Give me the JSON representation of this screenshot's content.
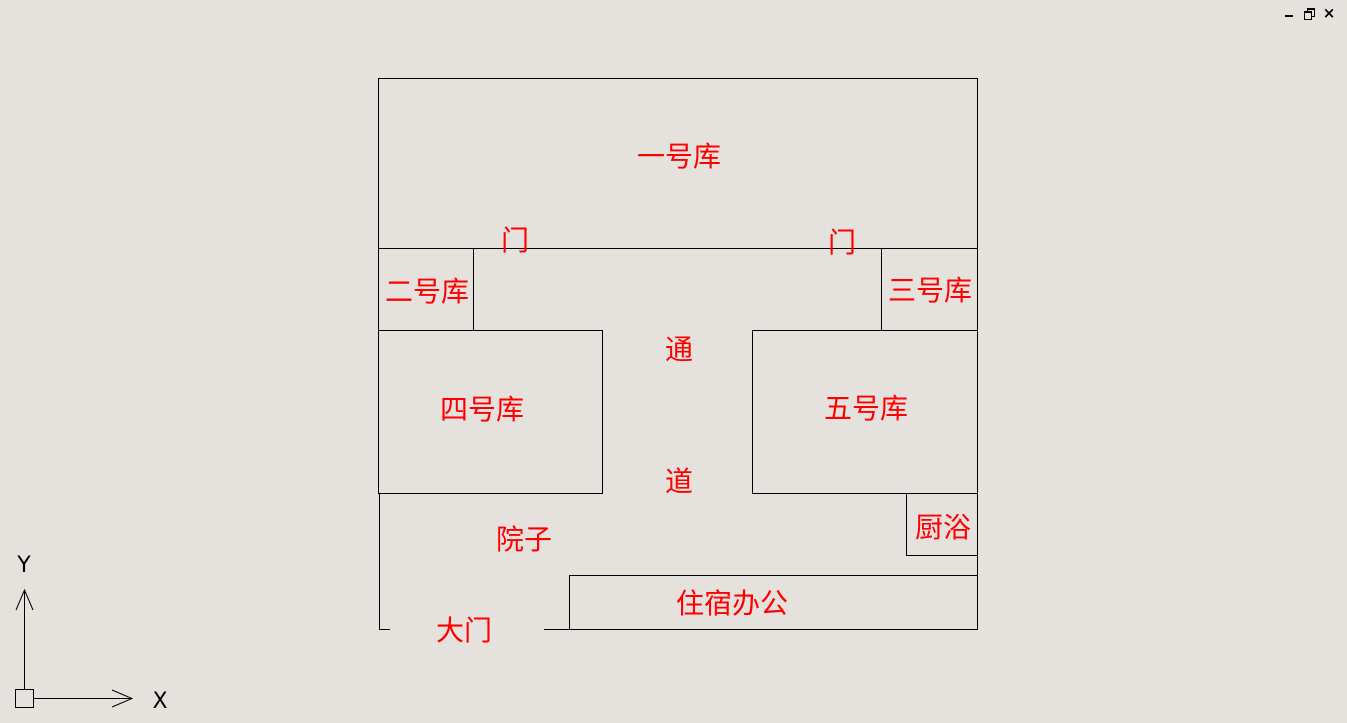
{
  "window_controls": {
    "close_glyph": "×"
  },
  "plan": {
    "labels": {
      "warehouse_1": "一号库",
      "door_left": "门",
      "door_right": "门",
      "warehouse_2": "二号库",
      "warehouse_3": "三号库",
      "passage_top": "通",
      "passage_bottom": "道",
      "warehouse_4": "四号库",
      "warehouse_5": "五号库",
      "kitchen_bath": "厨浴",
      "courtyard": "院子",
      "dorm_office": "住宿办公",
      "main_gate": "大门"
    },
    "label_color": "#ff0000",
    "line_color": "#000000",
    "background": "#e5e2dd"
  },
  "ucs": {
    "x_label": "X",
    "y_label": "Y"
  }
}
